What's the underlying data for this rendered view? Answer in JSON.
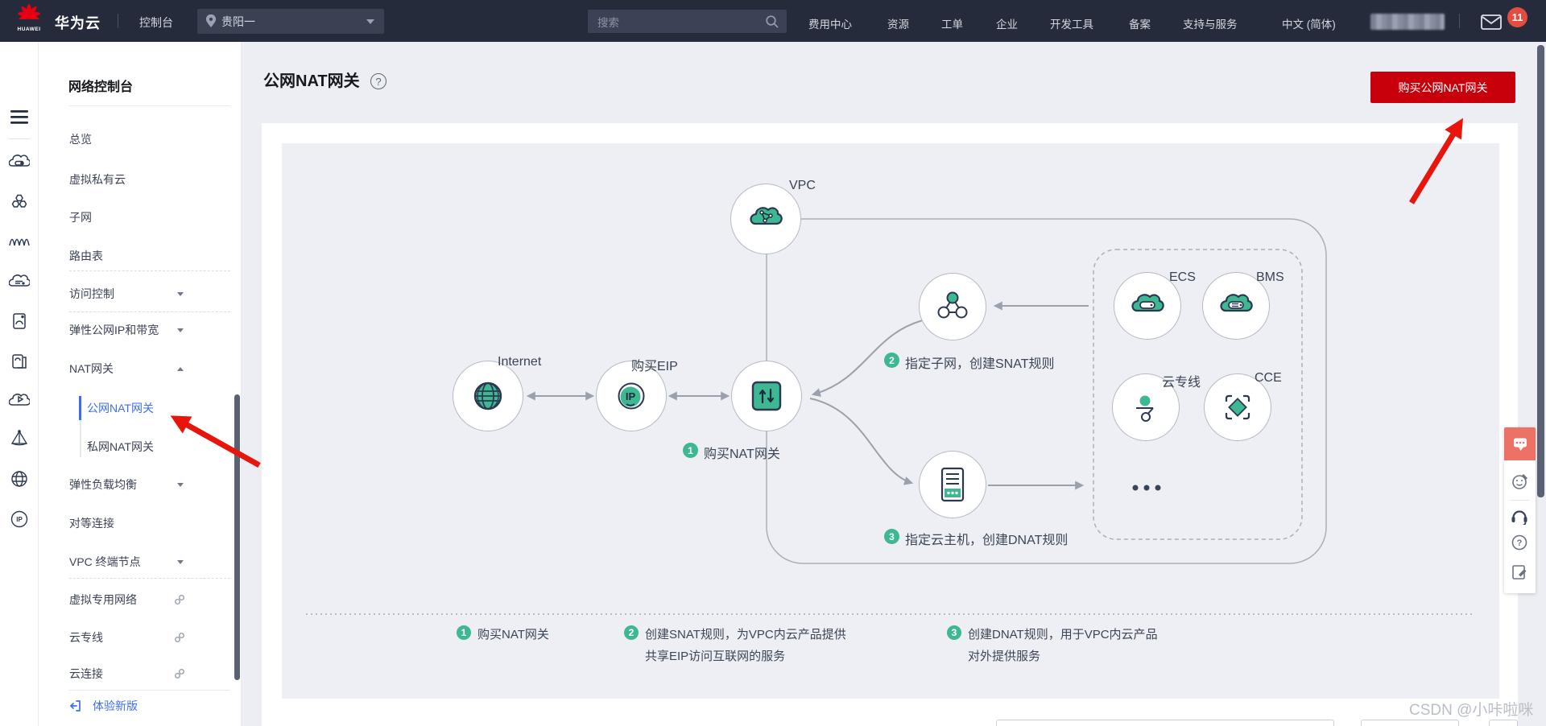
{
  "topbar": {
    "brand": "华为云",
    "brand_logo": "HUAWEI",
    "console": "控制台",
    "region": "贵阳一",
    "search_placeholder": "搜索",
    "links": [
      "费用中心",
      "资源",
      "工单",
      "企业",
      "开发工具",
      "备案",
      "支持与服务"
    ],
    "language": "中文 (简体)",
    "mail_badge": "11"
  },
  "sidebar": {
    "title": "网络控制台",
    "items": [
      "总览",
      "虚拟私有云",
      "子网",
      "路由表",
      "访问控制",
      "弹性公网IP和带宽",
      "NAT网关",
      "公网NAT网关",
      "私网NAT网关",
      "弹性负载均衡",
      "对等连接",
      "VPC 终端节点",
      "虚拟专用网络",
      "云专线",
      "云连接"
    ],
    "new_version": "体验新版"
  },
  "page": {
    "title": "公网NAT网关",
    "help": "?",
    "buy_button": "购买公网NAT网关"
  },
  "diagram": {
    "labels": {
      "internet": "Internet",
      "eip": "购买EIP",
      "vpc": "VPC",
      "ecs": "ECS",
      "bms": "BMS",
      "dc": "云专线",
      "cce": "CCE"
    },
    "steps": [
      {
        "num": "1",
        "text": "购买NAT网关"
      },
      {
        "num": "2",
        "text": "指定子网，创建SNAT规则"
      },
      {
        "num": "3",
        "text": "指定云主机，创建DNAT规则"
      }
    ],
    "legend": [
      {
        "num": "1",
        "line1": "购买NAT网关",
        "line2": ""
      },
      {
        "num": "2",
        "line1": "创建SNAT规则，为VPC内云产品提供",
        "line2": "共享EIP访问互联网的服务"
      },
      {
        "num": "3",
        "line1": "创建DNAT规则，用于VPC内云产品",
        "line2": "对外提供服务"
      }
    ]
  },
  "watermark": "CSDN @小咔啦咪",
  "colors": {
    "topbar_bg": "#252b3a",
    "brand_red": "#e60012",
    "button_red": "#c7000b",
    "annotation_arrow_red": "#e8150d",
    "accent_blue": "#3d6ee8",
    "diagram_green": "#3eb793",
    "icon_navy": "#2c3850"
  }
}
